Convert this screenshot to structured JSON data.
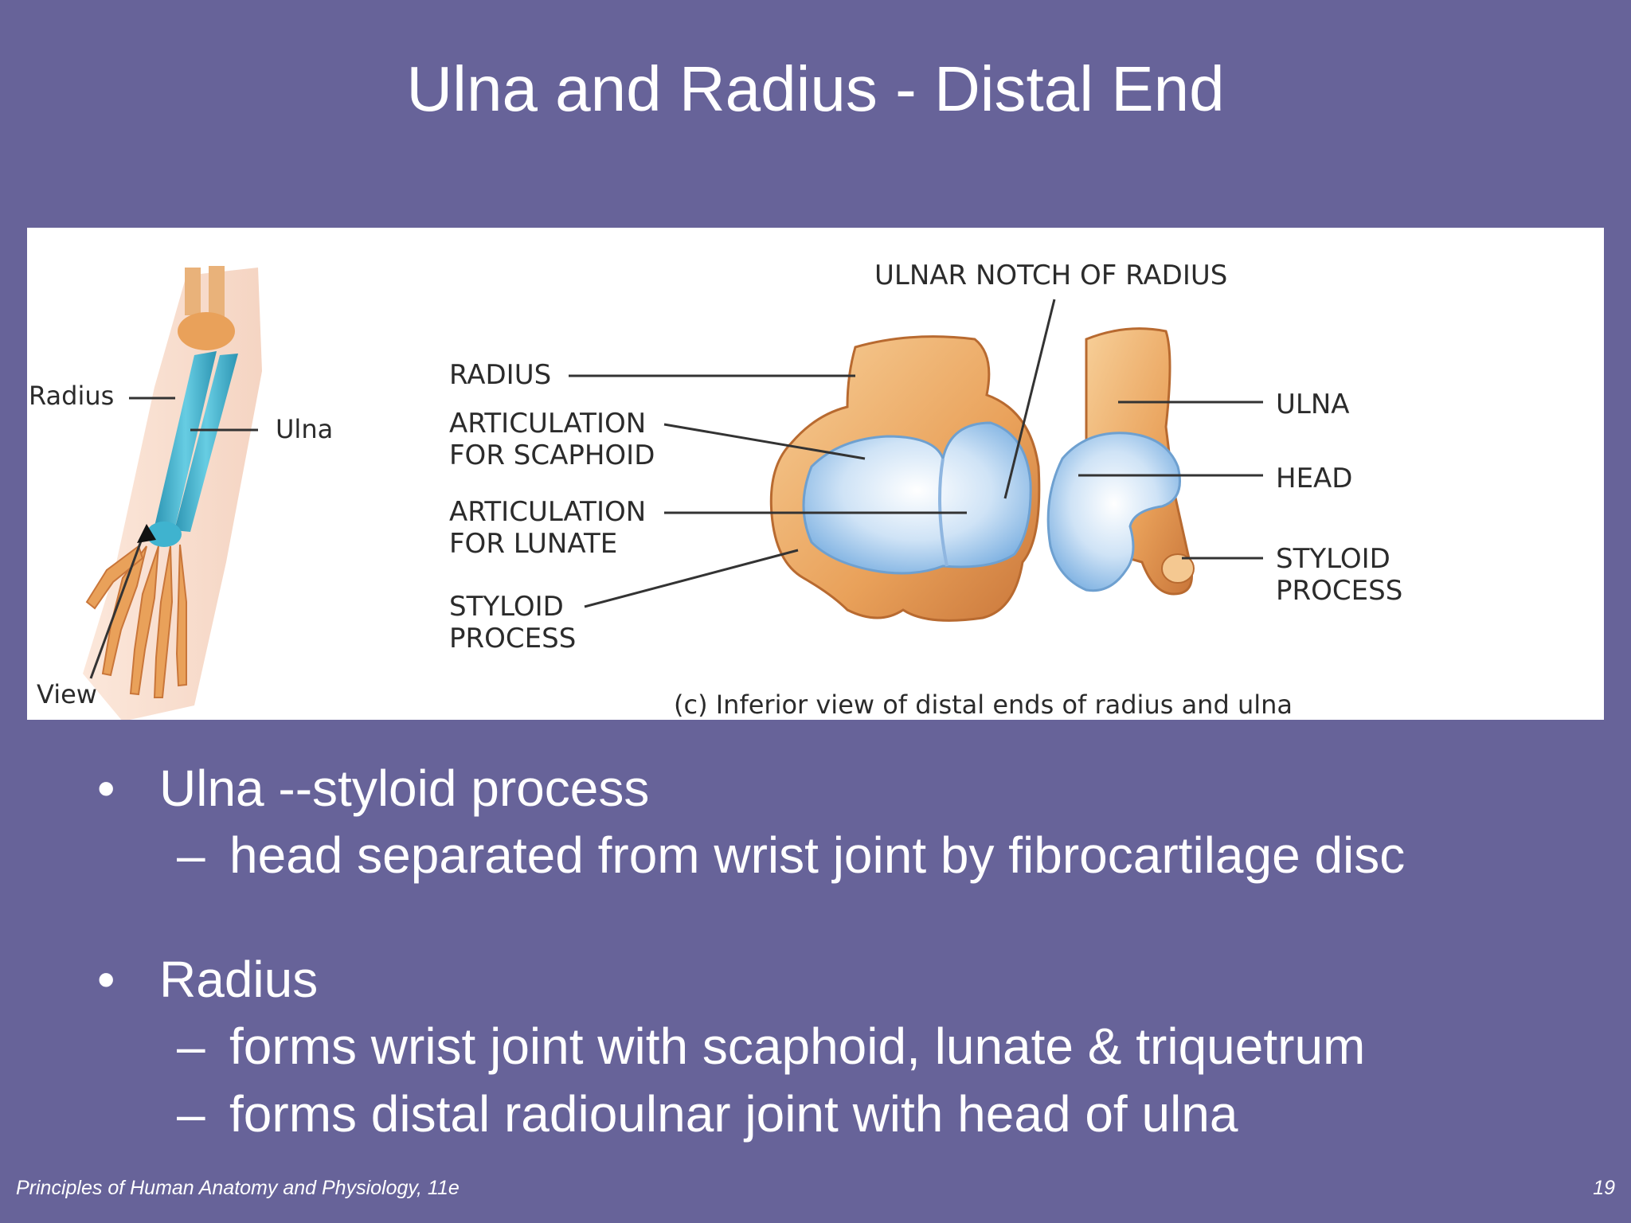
{
  "slide": {
    "title": "Ulna and Radius - Distal End",
    "footer": "Principles of Human Anatomy and Physiology, 11e",
    "page_number": "19"
  },
  "figure": {
    "forearm_labels": {
      "radius": "Radius",
      "ulna": "Ulna",
      "view": "View"
    },
    "left_labels": {
      "radius": "RADIUS",
      "artic_scaphoid_1": "ARTICULATION",
      "artic_scaphoid_2": "FOR SCAPHOID",
      "artic_lunate_1": "ARTICULATION",
      "artic_lunate_2": "FOR LUNATE",
      "styloid_1": "STYLOID",
      "styloid_2": "PROCESS"
    },
    "top_label": "ULNAR NOTCH OF RADIUS",
    "right_labels": {
      "ulna": "ULNA",
      "head": "HEAD",
      "styloid_1": "STYLOID",
      "styloid_2": "PROCESS"
    },
    "caption": "(c) Inferior view of distal ends of radius and ulna"
  },
  "bullets": [
    {
      "text": "Ulna --styloid process",
      "marker": "•",
      "sub": [
        {
          "marker": "–",
          "text": "head separated from wrist joint by fibrocartilage disc"
        }
      ]
    },
    {
      "text": "Radius",
      "marker": "•",
      "sub": [
        {
          "marker": "–",
          "text": "forms wrist joint with scaphoid, lunate & triquetrum"
        },
        {
          "marker": "–",
          "text": "forms distal radioulnar joint with head of ulna"
        }
      ]
    }
  ],
  "colors": {
    "background": "#676399",
    "bone": "#e9a15a",
    "cartilage": "#a9cdee",
    "highlight_bone": "#3fb3cf"
  }
}
